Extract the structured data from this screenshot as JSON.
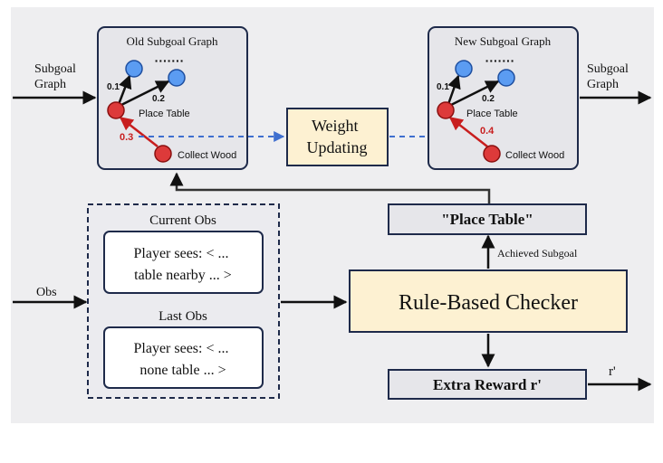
{
  "colors": {
    "panel_background": "#eeeef0",
    "graph_box_fill": "#e6e6ea",
    "obs_panel_fill": "#ebebef",
    "highlight_fill": "#fdf1d2",
    "node_blue": "#5b9cf2",
    "node_red": "#dd3a3a",
    "edge_red": "#c81e1e",
    "dashed_blue": "#3f6fcf",
    "dark_border": "#1e2a4a"
  },
  "inputs": {
    "subgoal_graph": "Subgoal\nGraph",
    "obs": "Obs"
  },
  "outputs": {
    "subgoal_graph": "Subgoal\nGraph",
    "reward": "r'"
  },
  "old_graph": {
    "title": "Old Subgoal Graph",
    "dots": "·······",
    "edge_weight_left": "0.1",
    "edge_weight_right": "0.2",
    "node_place_table": "Place Table",
    "edge_weight_collect": "0.3",
    "node_collect_wood": "Collect Wood"
  },
  "new_graph": {
    "title": "New Subgoal Graph",
    "dots": "·······",
    "edge_weight_left": "0.1",
    "edge_weight_right": "0.2",
    "node_place_table": "Place Table",
    "edge_weight_collect": "0.4",
    "node_collect_wood": "Collect Wood"
  },
  "weight_updating": "Weight\nUpdating",
  "observations": {
    "current_title": "Current Obs",
    "current_text": "Player sees: < ...\ntable nearby ... >",
    "last_title": "Last Obs",
    "last_text": "Player sees: < ...\nnone table ... >"
  },
  "checker": "Rule-Based Checker",
  "achieved_label": "Achieved Subgoal",
  "achieved_value": "\"Place Table\"",
  "extra_reward": "Extra Reward r'"
}
